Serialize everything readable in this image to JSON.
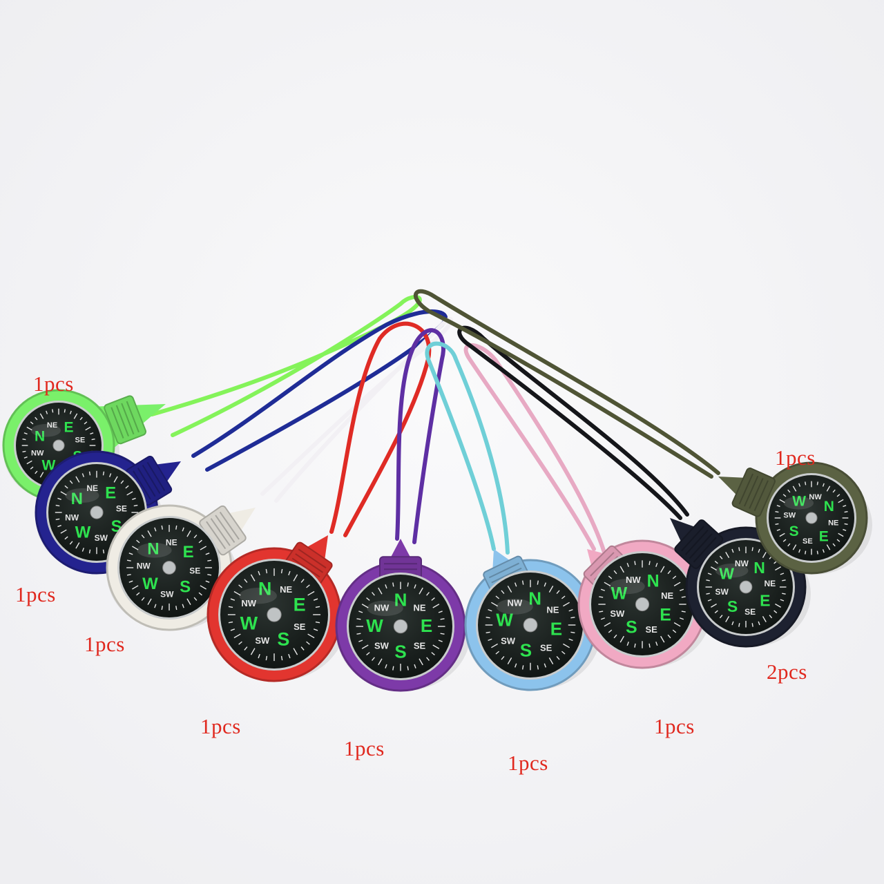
{
  "labels": [
    {
      "item": "green",
      "text": "1pcs"
    },
    {
      "item": "navy",
      "text": "1pcs"
    },
    {
      "item": "white",
      "text": "1pcs"
    },
    {
      "item": "red",
      "text": "1pcs"
    },
    {
      "item": "purple",
      "text": "1pcs"
    },
    {
      "item": "light-blue",
      "text": "1pcs"
    },
    {
      "item": "pink",
      "text": "1pcs"
    },
    {
      "item": "black",
      "text": "2pcs"
    },
    {
      "item": "olive",
      "text": "1pcs"
    }
  ],
  "compass_letters": {
    "north": "N",
    "south": "S",
    "east": "E",
    "west": "W",
    "ne": "NE",
    "nw": "NW",
    "se": "SE",
    "sw": "SW"
  },
  "colors": {
    "label_red": "#e0281e",
    "green": "#7af06a",
    "navy": "#24238f",
    "white": "#efece4",
    "red": "#e2352f",
    "purple": "#7d3aa8",
    "light_blue": "#8cc3ec",
    "pink": "#f1a9c3",
    "black": "#1d2130",
    "olive": "#5b6243",
    "compass_face": "#1b2220",
    "compass_letter_green": "#2ee24f"
  }
}
